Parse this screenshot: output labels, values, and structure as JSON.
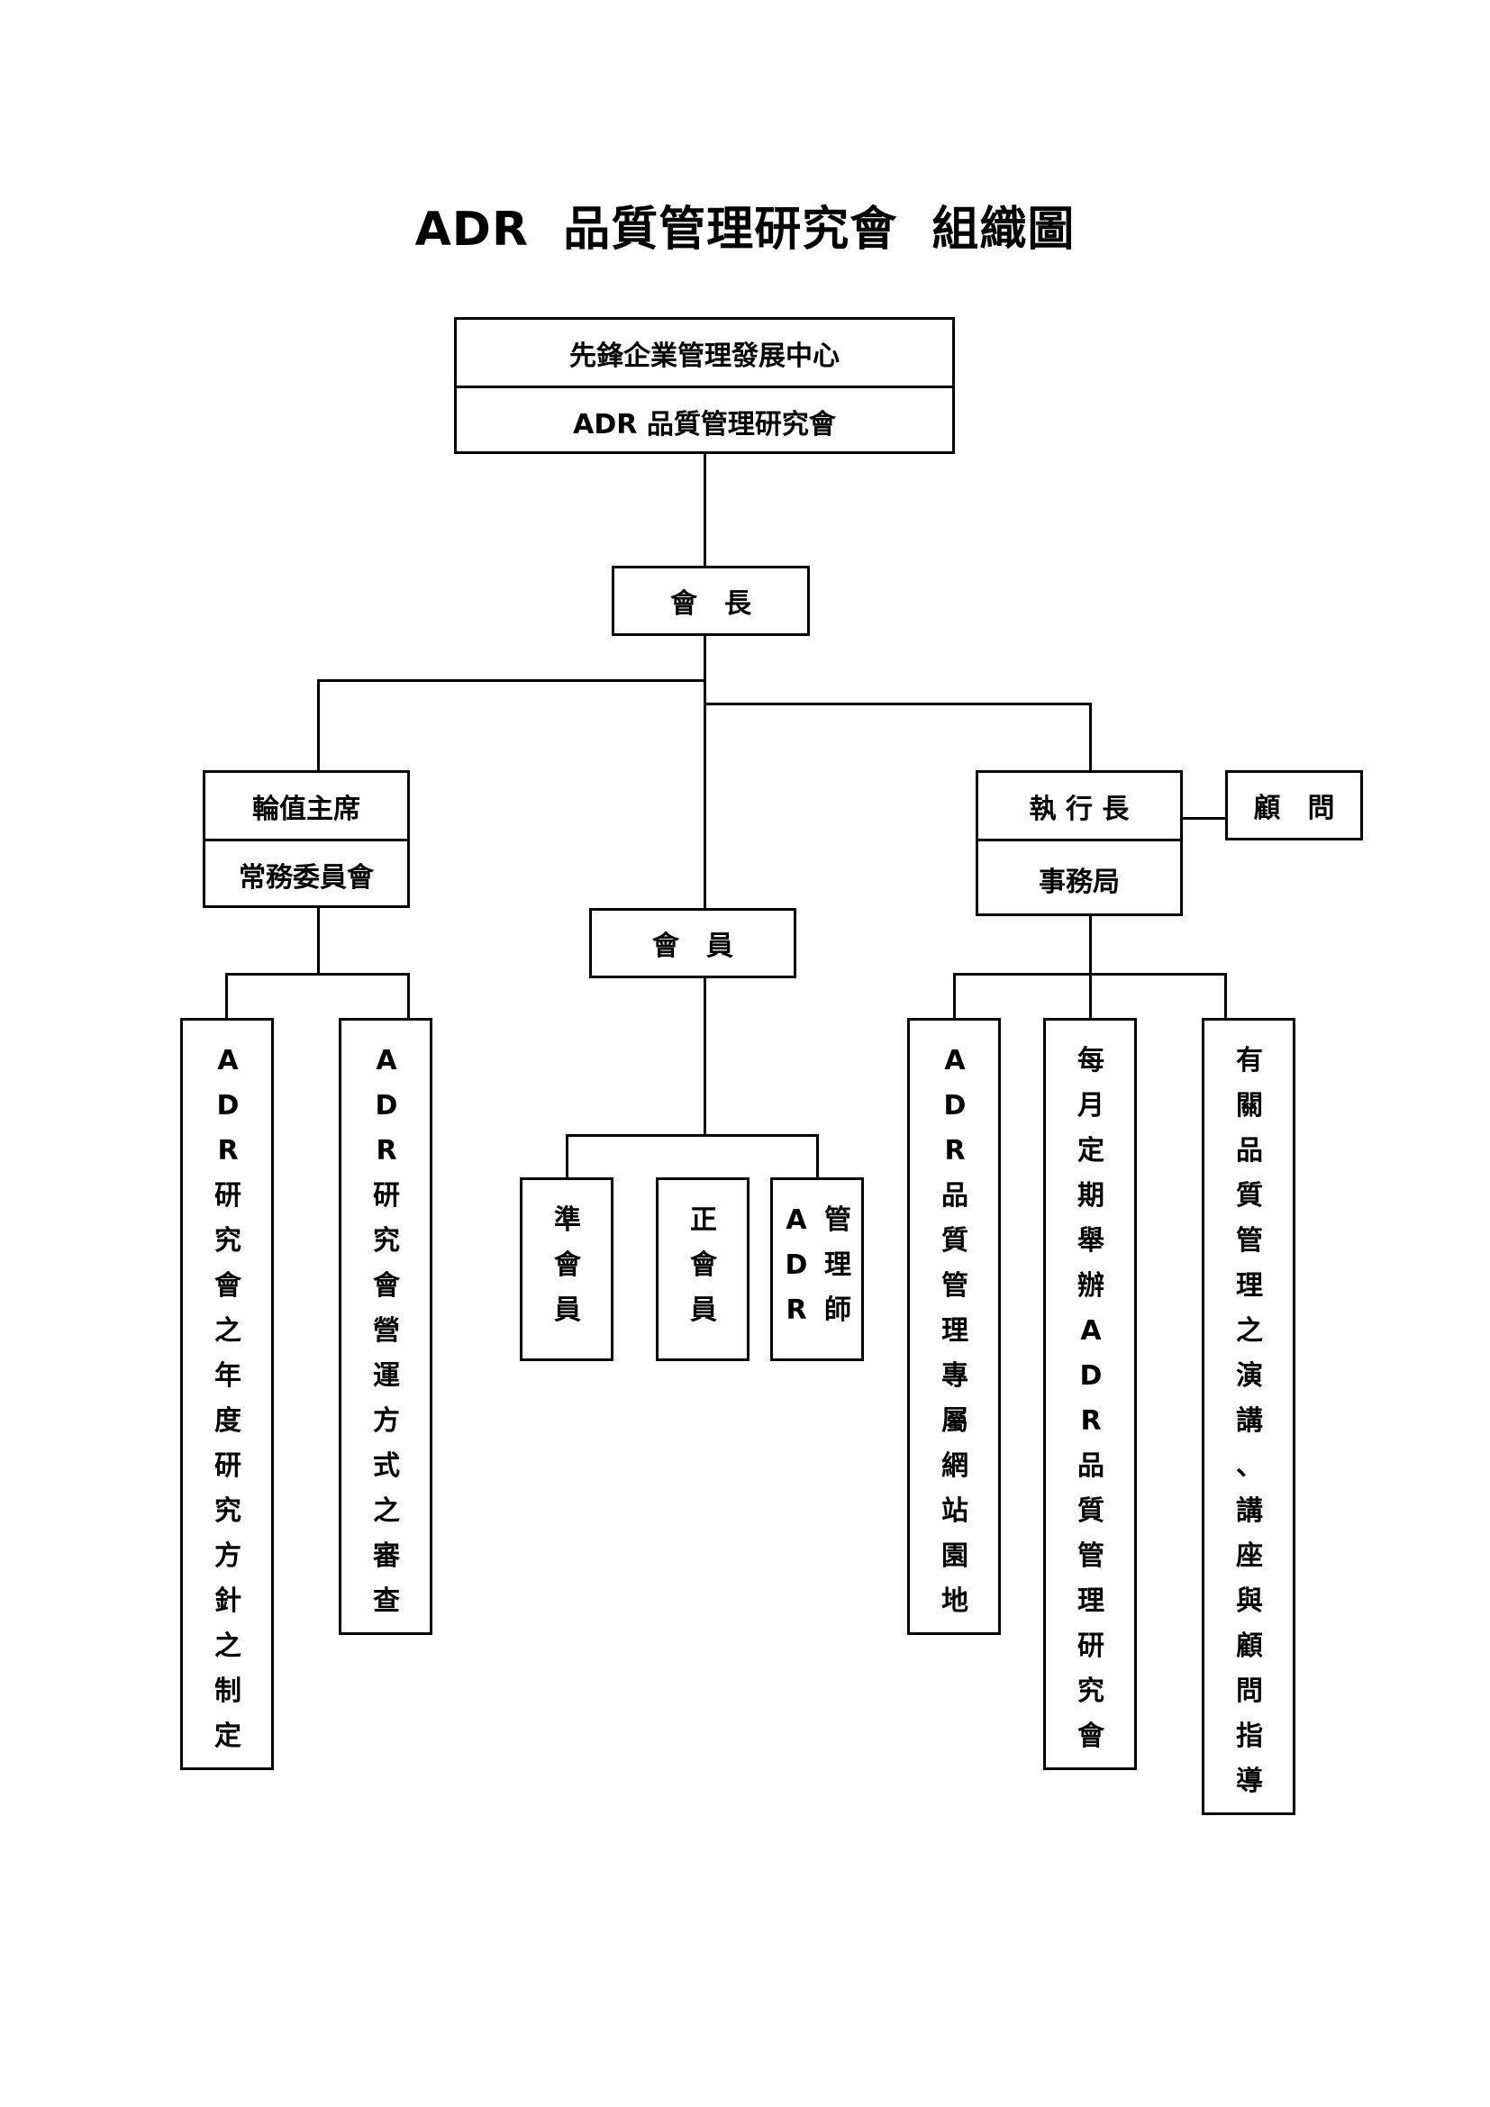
{
  "title": "ADR  品質管理研究會  組織圖",
  "top_box": {
    "line1": "先鋒企業管理發展中心",
    "line2": "ADR 品質管理研究會"
  },
  "president": "會　長",
  "rotating_chair": {
    "line1": "輪值主席",
    "line2": "常務委員會"
  },
  "members": "會　員",
  "ceo": {
    "line1": "執 行 長",
    "line2": "事務局"
  },
  "advisor": "顧　問",
  "left_tasks": [
    "ADR研究會之年度研究方針之制定",
    "ADR研究會營運方式之審查"
  ],
  "member_types": [
    "準會員",
    "正會員"
  ],
  "adr_manager": {
    "col1": "ADR",
    "col2": "管理師"
  },
  "right_tasks": [
    "ADR品質管理專屬網站園地",
    "每月定期舉辦ADR品質管理研究會",
    "有關品質管理之演講、講座與顧問指導"
  ]
}
